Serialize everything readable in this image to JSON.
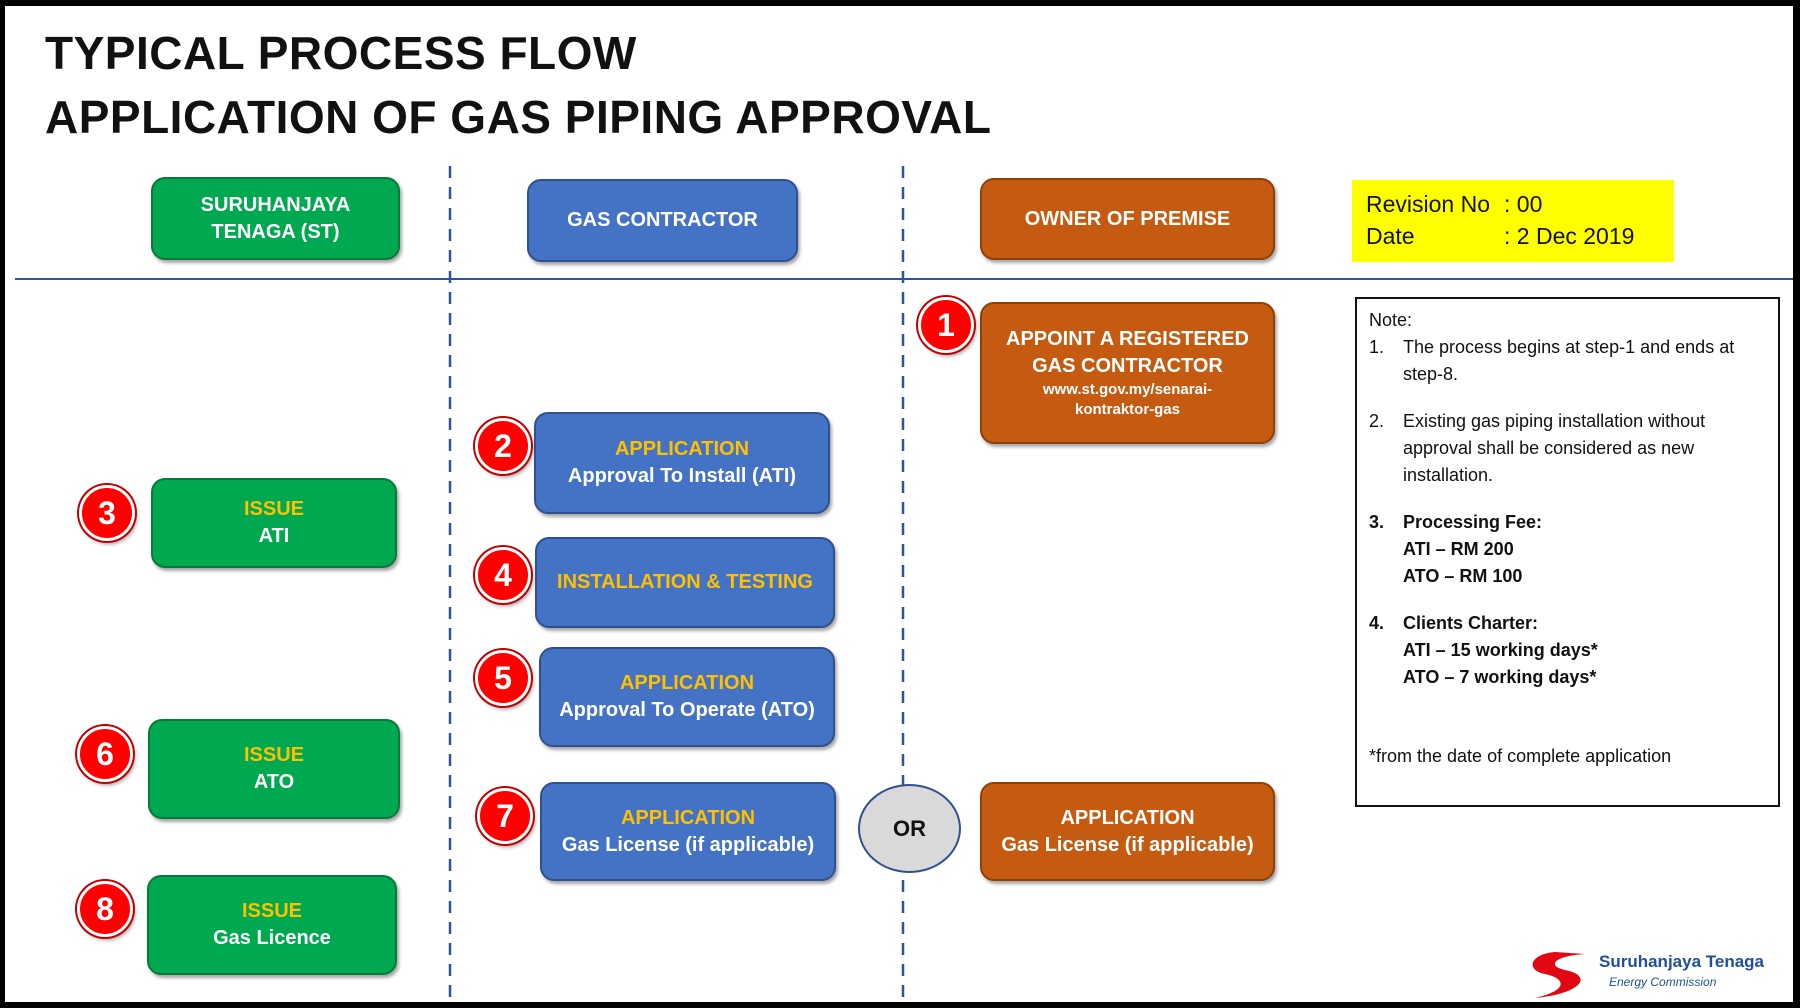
{
  "title": {
    "line1": "TYPICAL PROCESS FLOW",
    "line2": "APPLICATION OF GAS PIPING APPROVAL"
  },
  "lanes": {
    "st": {
      "line1": "SURUHANJAYA",
      "line2": "TENAGA (ST)"
    },
    "contractor": "GAS CONTRACTOR",
    "owner": "OWNER OF PREMISE"
  },
  "revision": {
    "no_label": "Revision No",
    "no_value": ": 00",
    "date_label": "Date",
    "date_value": ": 2 Dec 2019"
  },
  "steps": [
    {
      "num": "1",
      "line1": "APPOINT A REGISTERED",
      "line2": "GAS CONTRACTOR",
      "url1": "www.st.gov.my/senarai-",
      "url2": "kontraktor-gas"
    },
    {
      "num": "2",
      "line1": "APPLICATION",
      "line2": "Approval To Install (ATI)"
    },
    {
      "num": "3",
      "line1": "ISSUE",
      "line2": "ATI"
    },
    {
      "num": "4",
      "line1": "INSTALLATION & TESTING"
    },
    {
      "num": "5",
      "line1": "APPLICATION",
      "line2": "Approval To Operate (ATO)"
    },
    {
      "num": "6",
      "line1": "ISSUE",
      "line2": "ATO"
    },
    {
      "num": "7",
      "line1": "APPLICATION",
      "line2": "Gas License (if applicable)"
    },
    {
      "num": "8",
      "line1": "ISSUE",
      "line2": "Gas Licence"
    }
  ],
  "owner_application": {
    "line1": "APPLICATION",
    "line2": "Gas License (if applicable)"
  },
  "or_label": "OR",
  "note": {
    "heading": "Note:",
    "n1": "1.",
    "t1": "The process begins at step-1 and ends at step-8.",
    "n2": "2.",
    "t2": "Existing gas piping installation without approval shall be considered as new installation.",
    "n3": "3.",
    "t3_head": "Processing Fee:",
    "t3_a": "ATI – RM 200",
    "t3_b": "ATO – RM 100",
    "n4": "4.",
    "t4_head": "Clients Charter:",
    "t4_a": "ATI – 15 working days*",
    "t4_b": "ATO – 7 working days*",
    "footnote": "*from the date of complete application"
  },
  "logo": {
    "name": "Suruhanjaya Tenaga",
    "sub": "Energy Commission"
  },
  "colors": {
    "green": "#00a84f",
    "blue": "#4472c4",
    "orange": "#c55a11",
    "badge": "#ff0000",
    "highlight": "#ffff00",
    "gold_text": "#ffc000"
  }
}
